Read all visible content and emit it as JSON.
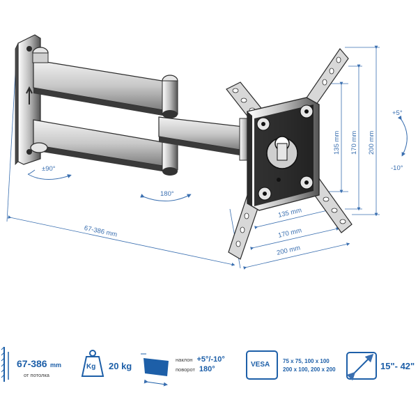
{
  "diagram": {
    "rotation_labels": {
      "wall_swivel": "±90°",
      "arm_swivel": "180°",
      "tilt_up": "+5°",
      "tilt_down": "-10°"
    },
    "dimensions": {
      "depth": "67-386 mm",
      "vesa_h_small": "135 mm",
      "vesa_h_mid": "170 mm",
      "vesa_h_large": "200 mm",
      "vesa_w_small": "135 mm",
      "vesa_w_mid": "170 mm",
      "vesa_w_large": "200 mm"
    }
  },
  "specs": {
    "distance": {
      "value": "67-386",
      "unit": "mm",
      "caption": "от потолка"
    },
    "load": {
      "icon_label": "Kg",
      "value": "20 kg"
    },
    "motion": {
      "tilt_label": "наклон",
      "tilt_value": "+5°/-10°",
      "swivel_label": "поворот",
      "swivel_value": "180°"
    },
    "vesa": {
      "icon_label": "VESA",
      "line1": "75 x 75, 100 x 100",
      "line2": "200 x 100, 200 x 200"
    },
    "screen": {
      "value": "15\"- 42\""
    }
  },
  "colors": {
    "accent": "#1d5fa8",
    "metal_dark": "#2b2b2b",
    "metal_light": "#d9d9d9"
  }
}
